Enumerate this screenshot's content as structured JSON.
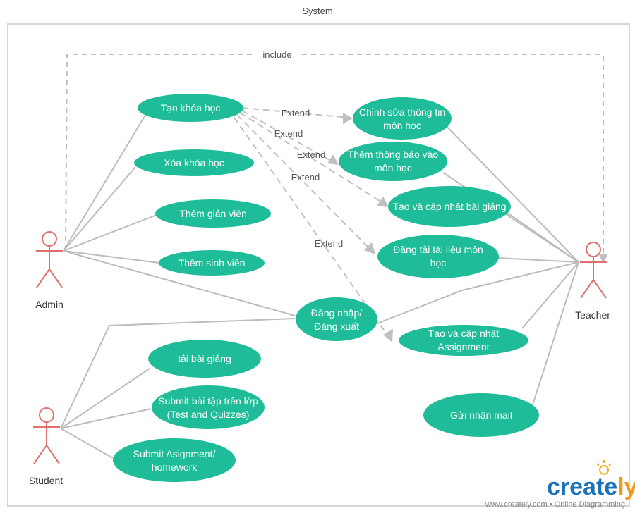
{
  "system_title": "System",
  "actors": {
    "admin": "Admin",
    "teacher": "Teacher",
    "student": "Student"
  },
  "use_cases": {
    "tao_khoa_hoc": [
      "Tạo khóa học"
    ],
    "xoa_khoa_hoc": [
      "Xóa khóa học"
    ],
    "them_giang_vien": [
      "Thêm giản viên"
    ],
    "them_sinh_vien": [
      "Thêm sinh viên"
    ],
    "dang_nhap": [
      "Đăng nhập/",
      "Đăng xuất"
    ],
    "chinh_sua": [
      "Chỉnh sửa thông tin",
      "môn học"
    ],
    "them_thong_bao": [
      "Thêm thông báo vào",
      "môn học"
    ],
    "tao_bai_giang": [
      "Tạo và cập nhật bài giảng"
    ],
    "dang_tai_lieu": [
      "Đăng tải tài liệu môn",
      "học"
    ],
    "tao_assignment": [
      "Tạo và cập nhật",
      "Assignment"
    ],
    "gui_mail": [
      "Gửi nhận mail"
    ],
    "tai_bai_giang": [
      "tải bài giảng"
    ],
    "submit_tren_lop": [
      "Submit bài tập trên lớp",
      "(Test and Quizzes)"
    ],
    "submit_homework": [
      "Submit Asignment/",
      "homework"
    ]
  },
  "relations": {
    "include_label": "include",
    "extend_label": "Extend"
  },
  "branding": {
    "logo_text": "creately",
    "footer_text": "www.creately.com • Online Diagramming"
  },
  "colors": {
    "use_case_fill": "#1ebc98",
    "actor_stroke": "#e26f6f",
    "line": "#bcbcbc",
    "logo_blue": "#1a73b8",
    "logo_orange": "#f29a1f"
  }
}
